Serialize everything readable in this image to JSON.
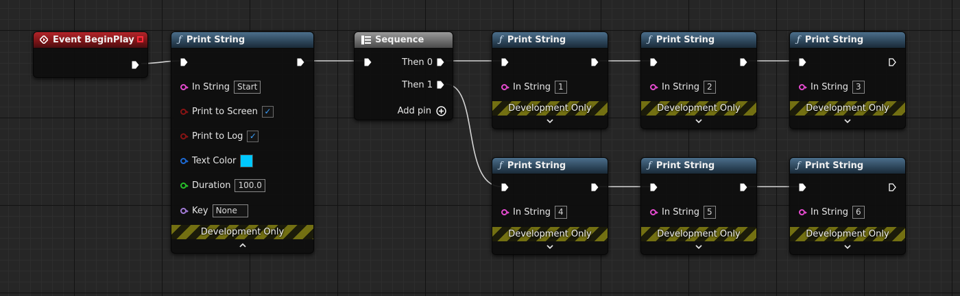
{
  "nodes": {
    "event_begin_play": {
      "title": "Event BeginPlay"
    },
    "print_main": {
      "title": "Print String",
      "in_string_label": "In String",
      "in_string_value": "Start",
      "print_to_screen_label": "Print to Screen",
      "print_to_log_label": "Print to Log",
      "text_color_label": "Text Color",
      "text_color_value": "#00c8ff",
      "duration_label": "Duration",
      "duration_value": "100.0",
      "key_label": "Key",
      "key_value": "None",
      "dev_only": "Development Only"
    },
    "sequence": {
      "title": "Sequence",
      "then0": "Then 0",
      "then1": "Then 1",
      "add_pin": "Add pin"
    },
    "print_1": {
      "title": "Print String",
      "in_string_label": "In String",
      "in_string_value": "1",
      "dev_only": "Development Only"
    },
    "print_2": {
      "title": "Print String",
      "in_string_label": "In String",
      "in_string_value": "2",
      "dev_only": "Development Only"
    },
    "print_3": {
      "title": "Print String",
      "in_string_label": "In String",
      "in_string_value": "3",
      "dev_only": "Development Only"
    },
    "print_4": {
      "title": "Print String",
      "in_string_label": "In String",
      "in_string_value": "4",
      "dev_only": "Development Only"
    },
    "print_5": {
      "title": "Print String",
      "in_string_label": "In String",
      "in_string_value": "5",
      "dev_only": "Development Only"
    },
    "print_6": {
      "title": "Print String",
      "in_string_label": "In String",
      "in_string_value": "6",
      "dev_only": "Development Only"
    }
  },
  "colors": {
    "event_header": "#b3252a",
    "function_header": "#4c6f8c",
    "sequence_header": "#8a8a8a",
    "string_pin": "#e64bd0",
    "bool_pin": "#8a1414",
    "struct_pin": "#1d6bd6",
    "float_pin": "#27c22a",
    "name_pin": "#a37bd8"
  }
}
